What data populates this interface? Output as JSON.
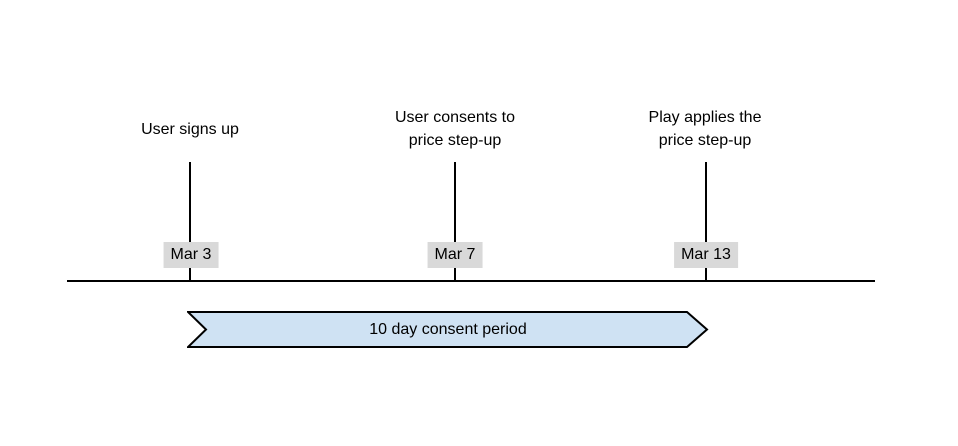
{
  "colors": {
    "banner_fill": "#cfe2f3",
    "banner_stroke": "#000000",
    "date_badge_bg": "#d9d9d9",
    "line": "#000000"
  },
  "events": [
    {
      "line1": "User signs up",
      "line2": "",
      "date": "Mar 3"
    },
    {
      "line1": "User consents to",
      "line2": "price step-up",
      "date": "Mar 7"
    },
    {
      "line1": "Play applies the",
      "line2": "price step-up",
      "date": "Mar 13"
    }
  ],
  "banner": {
    "label": "10 day consent period"
  }
}
